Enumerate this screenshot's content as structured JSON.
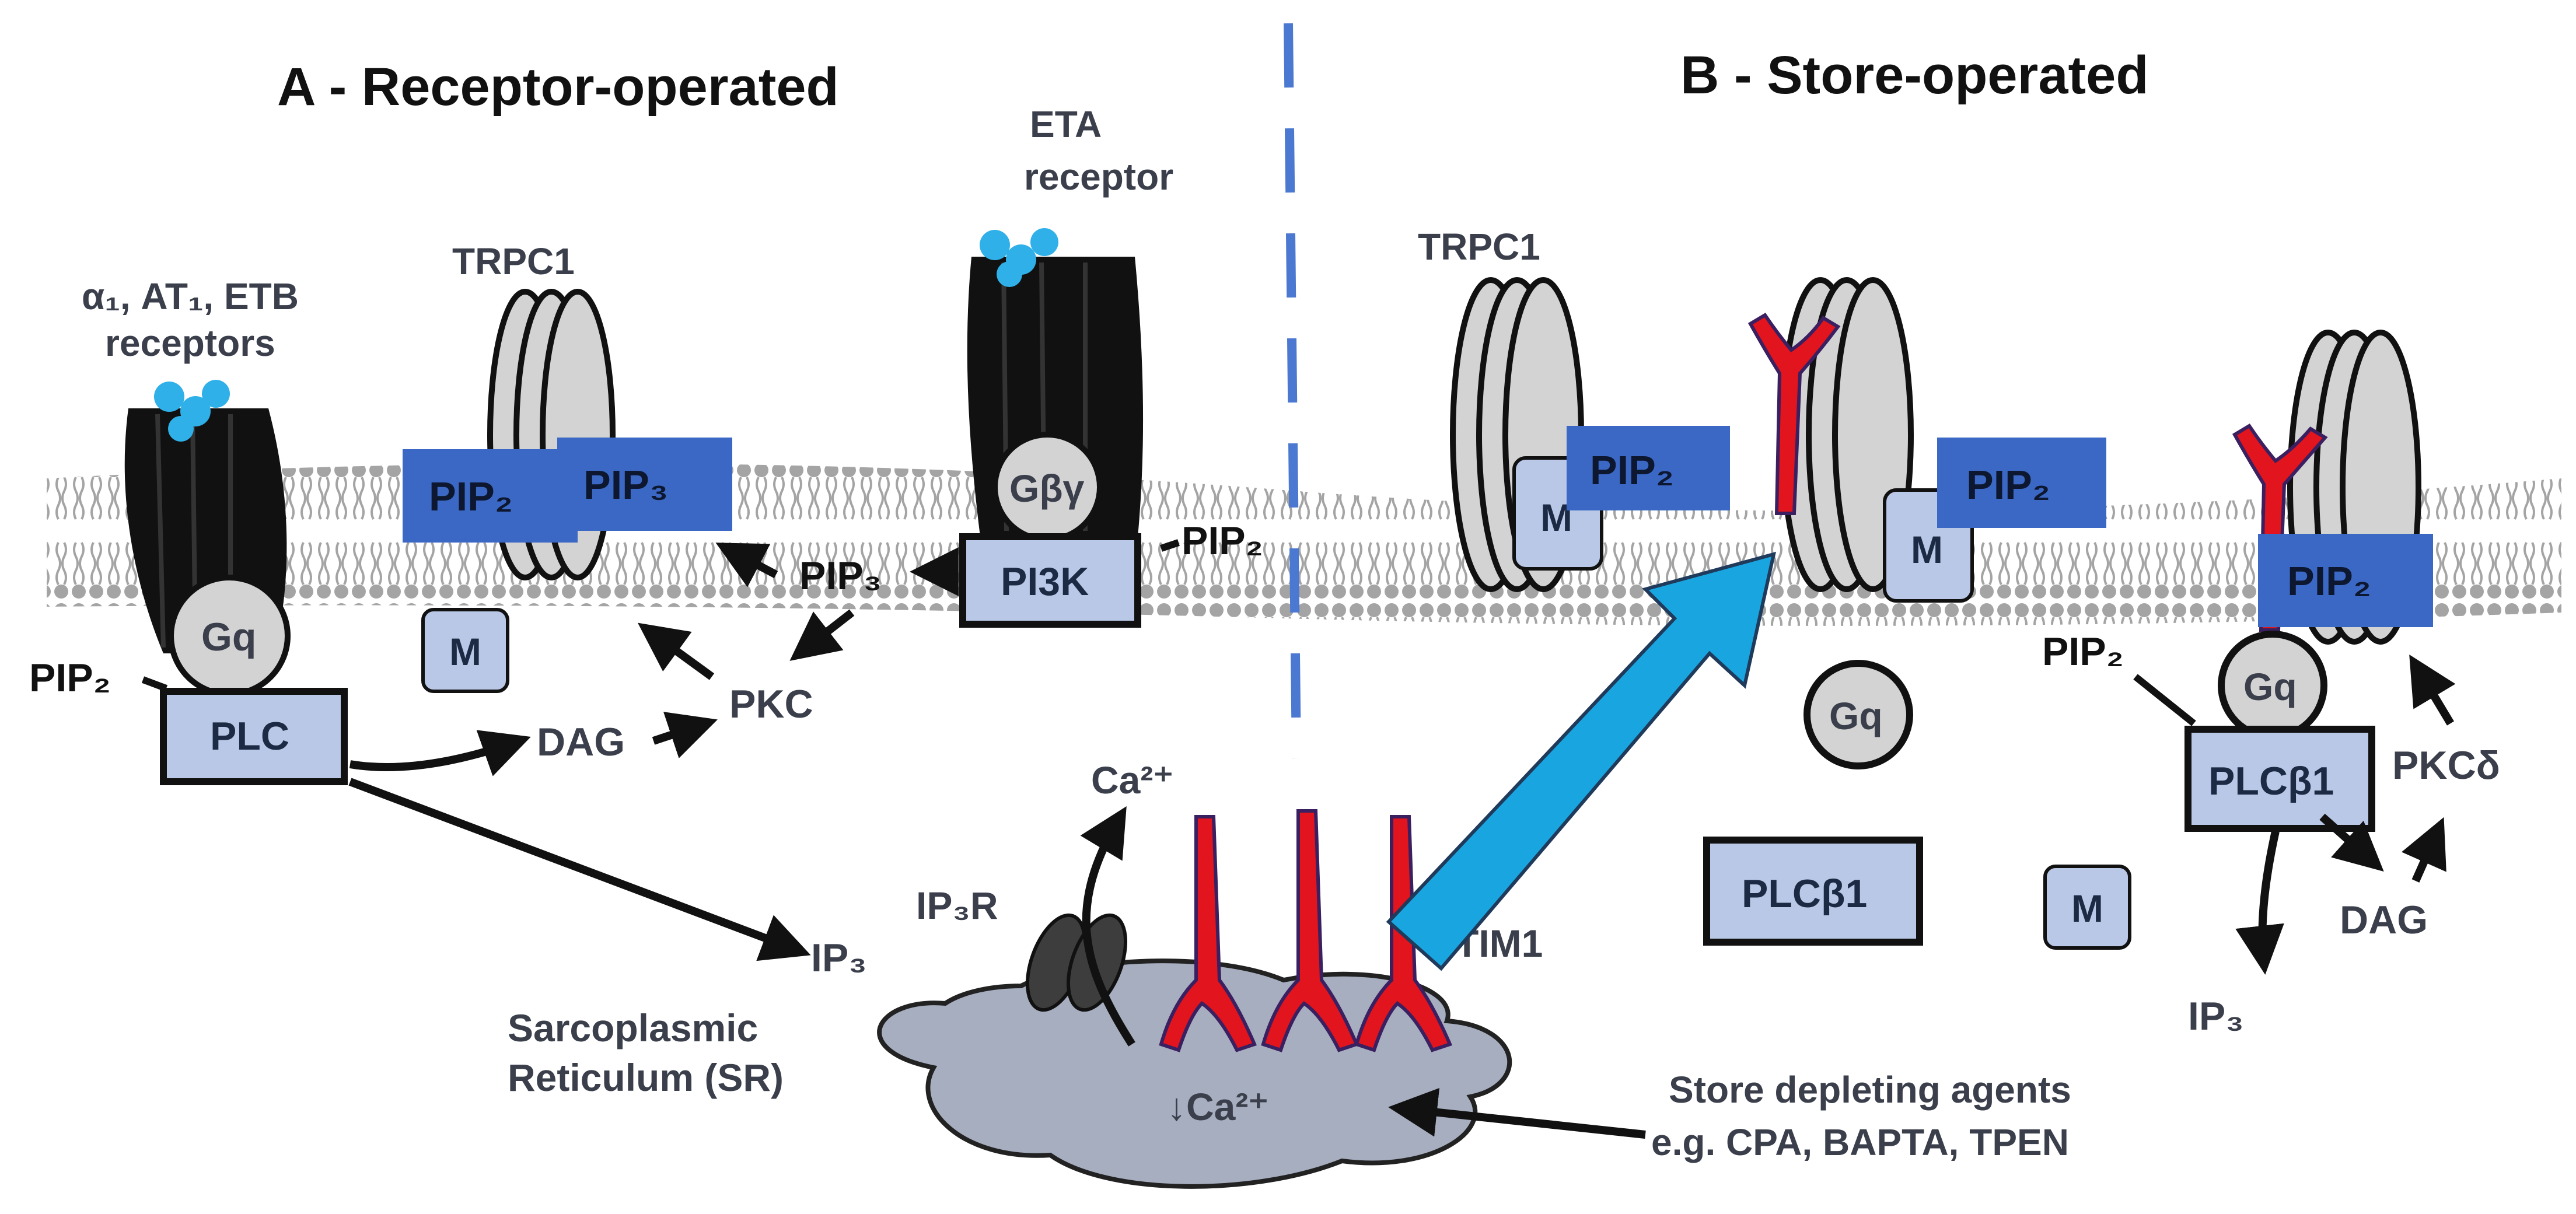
{
  "panels": {
    "a_title": "A - Receptor-operated",
    "b_title": "B - Store-operated"
  },
  "receptors": {
    "left_line1": "α₁, AT₁, ETB",
    "left_line2": "receptors",
    "eta_line1": "ETA",
    "eta_line2": "receptor"
  },
  "channels": {
    "trpc1_a": "TRPC1",
    "trpc1_b": "TRPC1",
    "stim1": "STIM1",
    "ip3r": "IP₃R"
  },
  "molecules": {
    "pip2": "PIP₂",
    "pip3": "PIP₃",
    "gq": "Gq",
    "gbg": "Gβγ",
    "plc": "PLC",
    "pi3k": "PI3K",
    "m": "M",
    "pkc": "PKC",
    "dag": "DAG",
    "ip3": "IP₃",
    "ca": "Ca²⁺",
    "ca_low": "↓Ca²⁺",
    "plcb1": "PLCβ1",
    "pkcd": "PKCδ"
  },
  "sr": {
    "line1": "Sarcoplasmic",
    "line2": "Reticulum (SR)"
  },
  "agents": {
    "line1": "Store depleting agents",
    "line2": "e.g. CPA, BAPTA, TPEN"
  },
  "colors": {
    "pip_box": "#3a68c4",
    "light_box": "#b8c8e6",
    "stim1": "#e2141e",
    "arrow_cyan": "#19a6e0",
    "divider": "#4b78d0",
    "sr_fill": "#a6aec0",
    "receptor": "#111111",
    "ligand": "#2fb0e8"
  }
}
